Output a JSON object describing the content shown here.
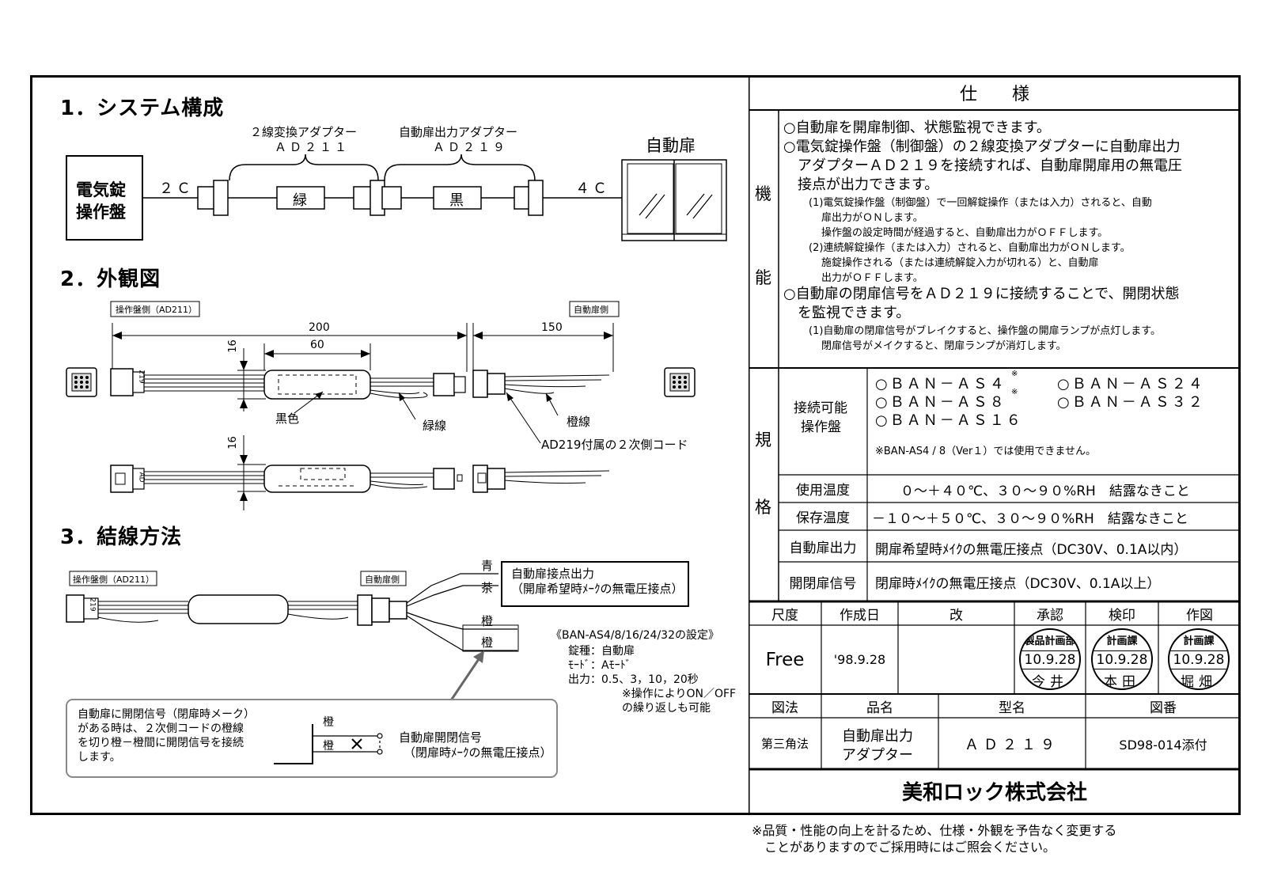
{
  "sections": {
    "system": {
      "title": "1．システム構成",
      "adapter1_label": "２線変換アダプター",
      "adapter1_model": "ＡＤ２１１",
      "adapter2_label": "自動扉出力アダプター",
      "adapter2_model": "ＡＤ２１９",
      "door_label": "自動扉",
      "panel_line1": "電気錠",
      "panel_line2": "操作盤",
      "wire_2c": "２Ｃ",
      "wire_4c": "４Ｃ",
      "color_green": "緑",
      "color_black": "黒"
    },
    "appearance": {
      "title": "2．外観図",
      "panel_side": "操作盤側（AD211）",
      "door_side": "自動扉側",
      "dim_200": "200",
      "dim_150": "150",
      "dim_60": "60",
      "dim_16a": "16",
      "dim_16b": "16",
      "black_label": "黒色",
      "green_wire": "緑線",
      "orange_wire": "橙線",
      "secondary_cord": "AD219付属の２次側コード",
      "tag_219": "219",
      "tag_ad": "AD"
    },
    "wiring": {
      "title": "3．結線方法",
      "panel_side": "操作盤側（AD211）",
      "door_side": "自動扉側",
      "tag_219": "219",
      "blue": "青",
      "brown": "茶",
      "orange1": "橙",
      "orange2": "橙",
      "contact_out_line1": "自動扉接点出力",
      "contact_out_line2": "（開扉希望時ﾒｰｸの無電圧接点）",
      "settings_title": "《BAN-AS4/8/16/24/32の設定》",
      "settings_lines": [
        "錠種：自動扉",
        "ﾓｰﾄﾞ：Aﾓｰﾄﾞ",
        "出力：0.5、3，10，20秒",
        "※操作によりON／OFF",
        "の繰り返しも可能"
      ],
      "note_lines": [
        "自動扉に開閉信号（閉扉時メーク）",
        "がある時は、２次側コードの橙線",
        "を切り橙－橙間に開閉信号を接続",
        "します。"
      ],
      "note_orange1": "橙",
      "note_orange2": "橙",
      "signal_line1": "自動扉開閉信号",
      "signal_line2": "（閉扉時ﾒｰｸの無電圧接点）"
    }
  },
  "spec": {
    "title": "仕　　様",
    "function_label1": "機",
    "function_label2": "能",
    "function_lines": [
      "○自動扉を開扉制御、状態監視できます。",
      "○電気錠操作盤（制御盤）の２線変換アダプターに自動扉出力",
      "　アダプターＡＤ２１９を接続すれば、自動扉開扉用の無電圧",
      "　接点が出力できます。"
    ],
    "function_small": [
      "(1)電気錠操作盤（制御盤）で一回解錠操作（または入力）されると、自動",
      "扉出力がＯＮします。",
      "操作盤の設定時間が経過すると、自動扉出力がＯＦＦします。",
      "(2)連続解錠操作（または入力）されると、自動扉出力がＯＮします。",
      "施錠操作される（または連続解錠入力が切れる）と、自動扉",
      "出力がＯＦＦします。"
    ],
    "function_lines2": [
      "○自動扉の閉扉信号をＡＤ２１９に接続することで、開閉状態",
      "　を監視できます。"
    ],
    "function_small2": [
      "(1)自動扉の閉扉信号がブレイクすると、操作盤の開扉ランプが点灯します。",
      "閉扉信号がメイクすると、閉扉ランプが消灯します。"
    ],
    "spec_label1": "規",
    "spec_label2": "格",
    "compat_label1": "接続可能",
    "compat_label2": "操作盤",
    "compat_models": [
      "○ＢＡＮ－ＡＳ４",
      "○ＢＡＮ－ＡＳ２４",
      "○ＢＡＮ－ＡＳ８",
      "○ＢＡＮ－ＡＳ３２",
      "○ＢＡＮ－ＡＳ１６"
    ],
    "compat_mark": "※",
    "compat_note": "※BAN-AS4 / 8（Ver１）では使用できません。",
    "rows": [
      {
        "label": "使用温度",
        "value": "０～＋４０℃、３０～９０%RH　結露なきこと"
      },
      {
        "label": "保存温度",
        "value": "－１０～＋５０℃、３０～９０%RH　結露なきこと"
      },
      {
        "label": "自動扉出力",
        "value": "開扉希望時ﾒｲｸの無電圧接点（DC30V、0.1A以内）"
      },
      {
        "label": "開閉扉信号",
        "value": "閉扉時ﾒｲｸの無電圧接点（DC30V、0.1A以上）"
      }
    ]
  },
  "titleblock": {
    "h_scale": "尺度",
    "h_date": "作成日",
    "h_rev": "改",
    "h_approve": "承認",
    "h_check": "検印",
    "h_draw": "作図",
    "scale": "Free",
    "date": "'98.9.28",
    "stamps": [
      {
        "top": "製品計画部",
        "date": "10.9.28",
        "name": "今井"
      },
      {
        "top": "計画課",
        "date": "10.9.28",
        "name": "本田"
      },
      {
        "top": "計画課",
        "date": "10.9.28",
        "name": "堀畑"
      }
    ],
    "h_method": "図法",
    "h_product": "品名",
    "h_model": "型名",
    "h_drawing": "図番",
    "method": "第三角法",
    "product_line1": "自動扉出力",
    "product_line2": "アダプター",
    "model": "ＡＤ２１９",
    "drawing": "SD98-014添付",
    "company": "美和ロック株式会社"
  },
  "footnote": [
    "※品質・性能の向上を計るため、仕様・外観を予告なく変更する",
    "　ことがありますのでご採用時にはご照会ください。"
  ]
}
